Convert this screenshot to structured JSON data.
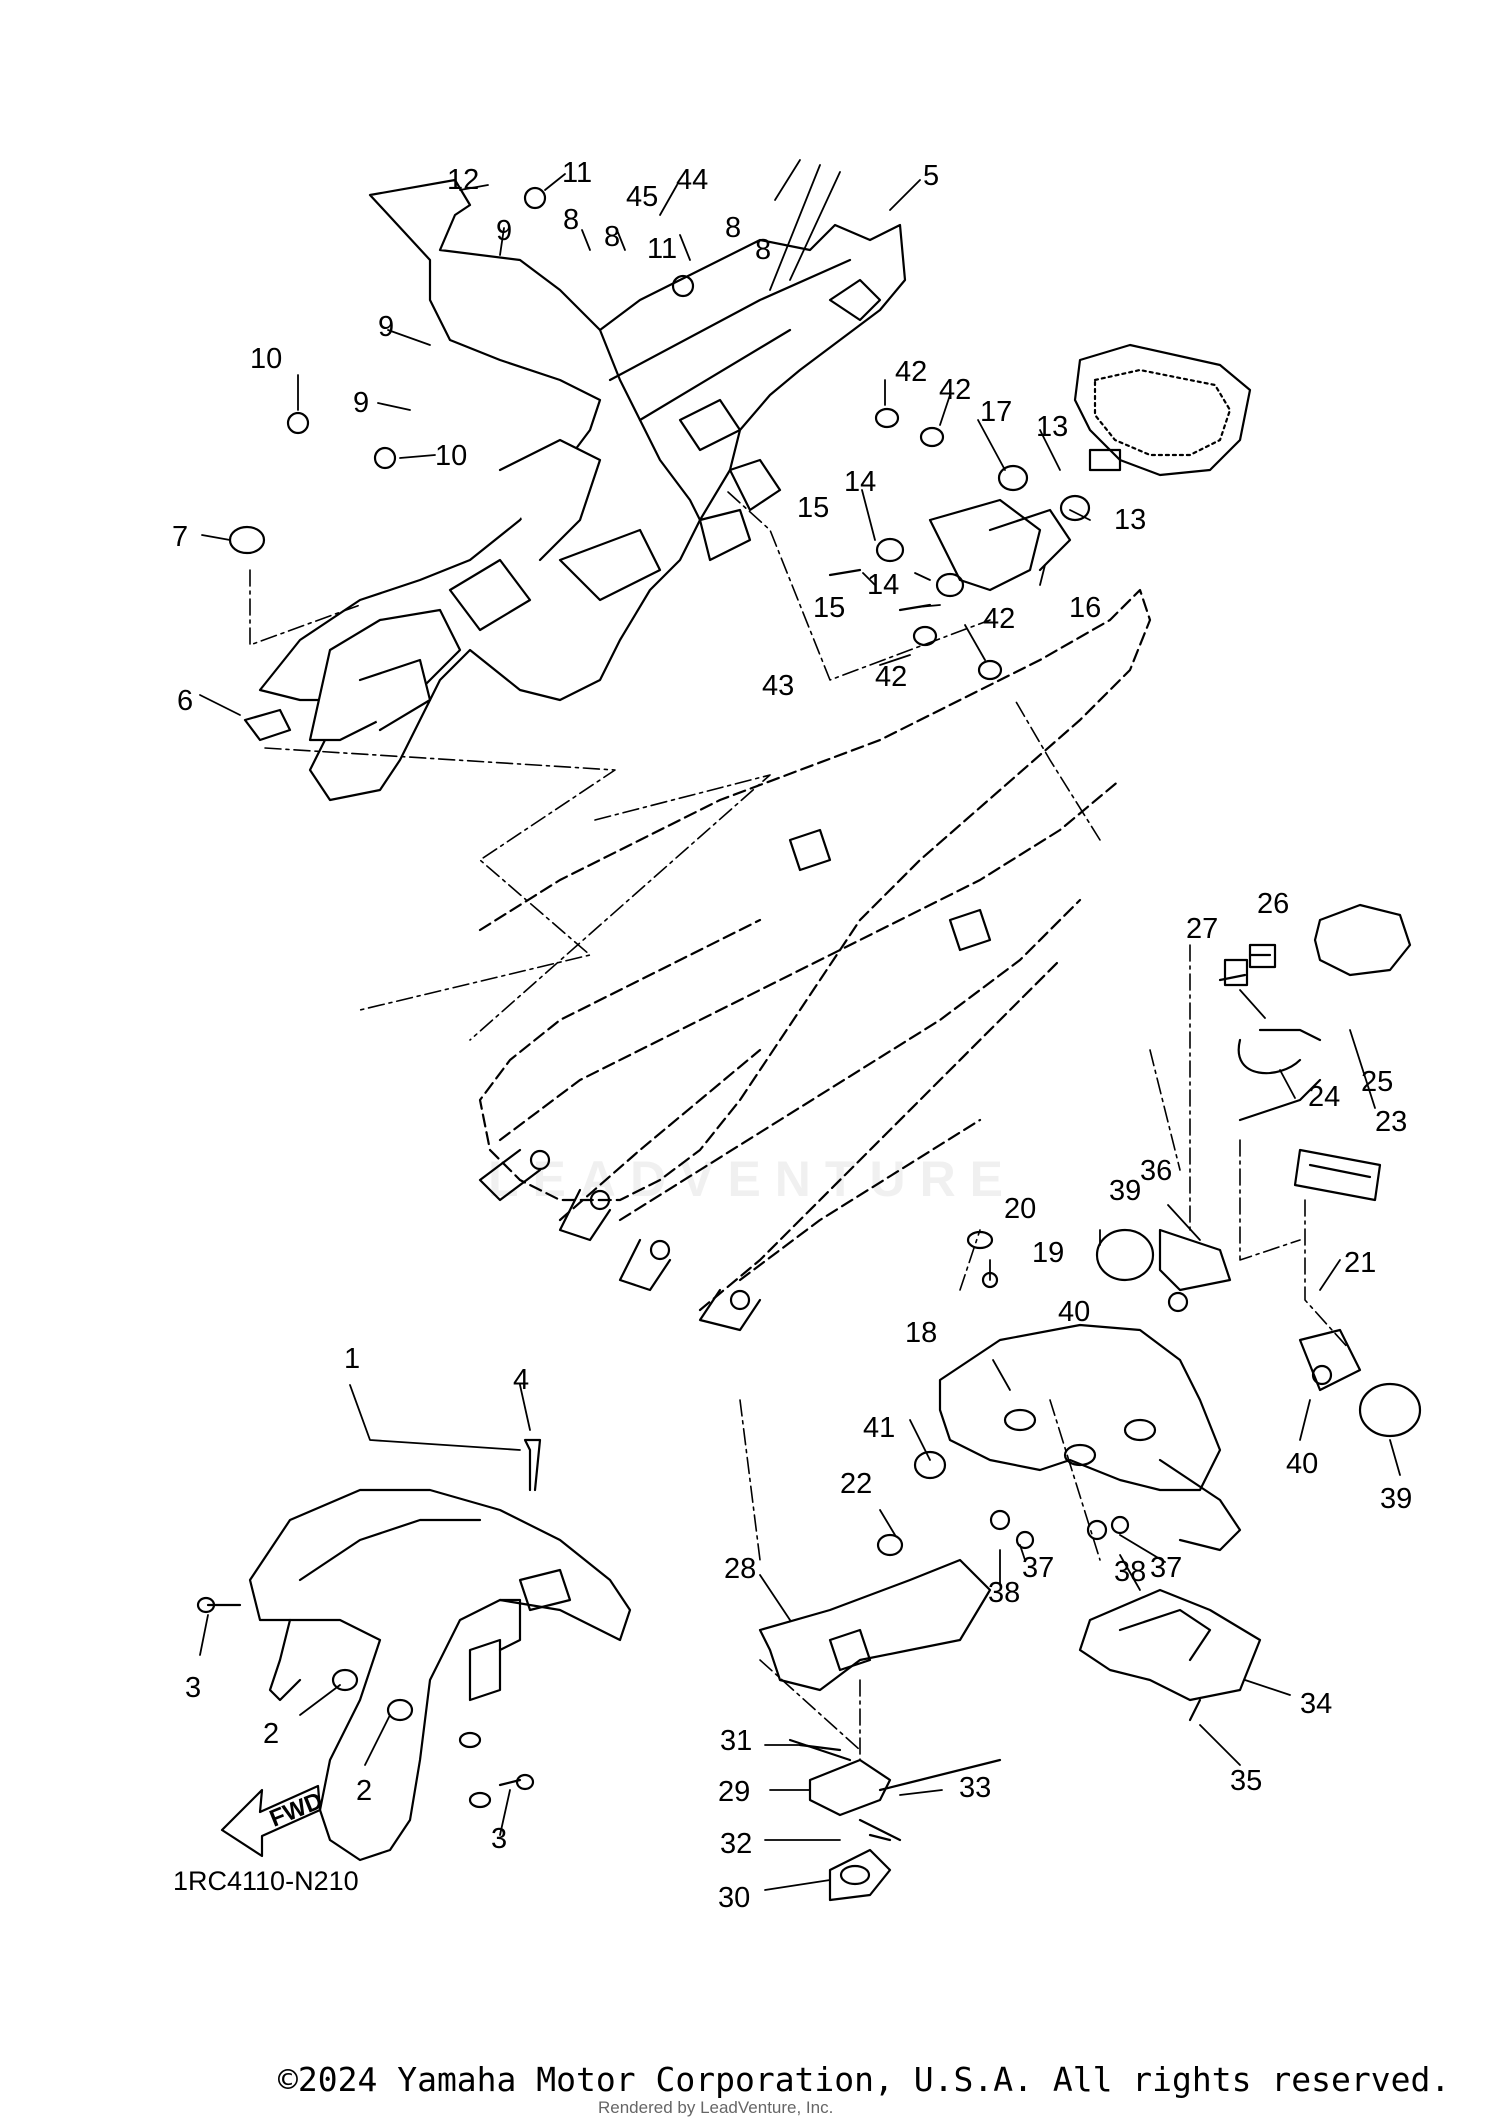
{
  "diagram": {
    "part_code": "1RC4110-N210",
    "fwd_label": "FWD",
    "copyright": "©2024 Yamaha Motor Corporation, U.S.A. All rights reserved.",
    "rendered_by": "Rendered by LeadVenture, Inc.",
    "watermark": "LEADVENTURE",
    "callouts": [
      {
        "id": "c12",
        "text": "12"
      },
      {
        "id": "c11a",
        "text": "11"
      },
      {
        "id": "c44",
        "text": "44"
      },
      {
        "id": "c45",
        "text": "45"
      },
      {
        "id": "c8a",
        "text": "8"
      },
      {
        "id": "c8b",
        "text": "8"
      },
      {
        "id": "c5",
        "text": "5"
      },
      {
        "id": "c9a",
        "text": "9"
      },
      {
        "id": "c8c",
        "text": "8"
      },
      {
        "id": "c8d",
        "text": "8"
      },
      {
        "id": "c11b",
        "text": "11"
      },
      {
        "id": "c9b",
        "text": "9"
      },
      {
        "id": "c10a",
        "text": "10"
      },
      {
        "id": "c9c",
        "text": "9"
      },
      {
        "id": "c10b",
        "text": "10"
      },
      {
        "id": "c42a",
        "text": "42"
      },
      {
        "id": "c42b",
        "text": "42"
      },
      {
        "id": "c17",
        "text": "17"
      },
      {
        "id": "c13a",
        "text": "13"
      },
      {
        "id": "c13b",
        "text": "13"
      },
      {
        "id": "c14a",
        "text": "14"
      },
      {
        "id": "c15a",
        "text": "15"
      },
      {
        "id": "c14b",
        "text": "14"
      },
      {
        "id": "c15b",
        "text": "15"
      },
      {
        "id": "c16",
        "text": "16"
      },
      {
        "id": "c7",
        "text": "7"
      },
      {
        "id": "c42c",
        "text": "42"
      },
      {
        "id": "c42d",
        "text": "42"
      },
      {
        "id": "c43",
        "text": "43"
      },
      {
        "id": "c6",
        "text": "6"
      },
      {
        "id": "c27",
        "text": "27"
      },
      {
        "id": "c26",
        "text": "26"
      },
      {
        "id": "c25",
        "text": "25"
      },
      {
        "id": "c24",
        "text": "24"
      },
      {
        "id": "c23",
        "text": "23"
      },
      {
        "id": "c39a",
        "text": "39"
      },
      {
        "id": "c36",
        "text": "36"
      },
      {
        "id": "c20",
        "text": "20"
      },
      {
        "id": "c19",
        "text": "19"
      },
      {
        "id": "c21",
        "text": "21"
      },
      {
        "id": "c40a",
        "text": "40"
      },
      {
        "id": "c18",
        "text": "18"
      },
      {
        "id": "c1",
        "text": "1"
      },
      {
        "id": "c4",
        "text": "4"
      },
      {
        "id": "c41",
        "text": "41"
      },
      {
        "id": "c40b",
        "text": "40"
      },
      {
        "id": "c39b",
        "text": "39"
      },
      {
        "id": "c22",
        "text": "22"
      },
      {
        "id": "c37a",
        "text": "37"
      },
      {
        "id": "c38a",
        "text": "38"
      },
      {
        "id": "c37b",
        "text": "37"
      },
      {
        "id": "c38b",
        "text": "38"
      },
      {
        "id": "c28",
        "text": "28"
      },
      {
        "id": "c3a",
        "text": "3"
      },
      {
        "id": "c2a",
        "text": "2"
      },
      {
        "id": "c34",
        "text": "34"
      },
      {
        "id": "c35",
        "text": "35"
      },
      {
        "id": "c31",
        "text": "31"
      },
      {
        "id": "c2b",
        "text": "2"
      },
      {
        "id": "c29",
        "text": "29"
      },
      {
        "id": "c33",
        "text": "33"
      },
      {
        "id": "c3b",
        "text": "3"
      },
      {
        "id": "c32",
        "text": "32"
      },
      {
        "id": "c30",
        "text": "30"
      }
    ]
  }
}
